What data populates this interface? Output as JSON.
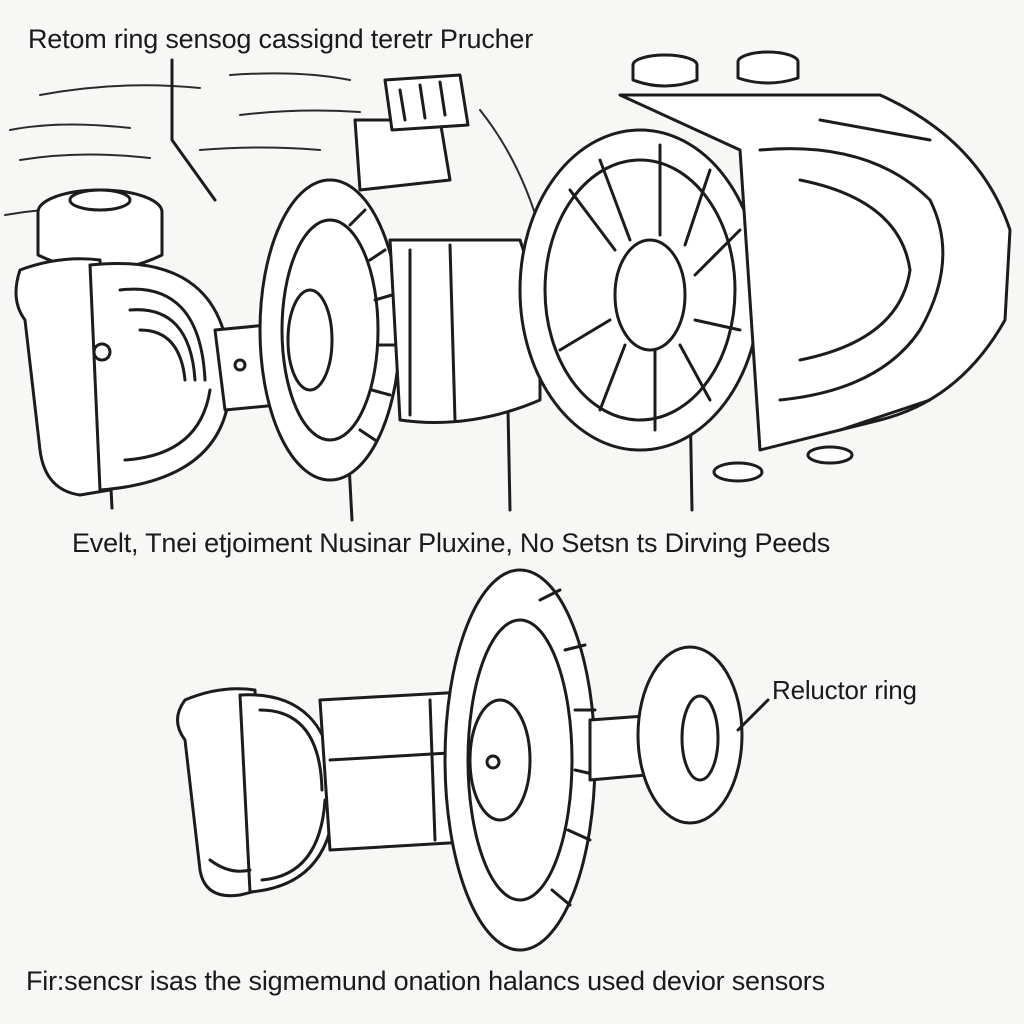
{
  "labels": {
    "top_caption": "Retom ring sensog cassignd teretr Prucher",
    "middle_caption": "Evelt, Tnei etjoiment Nusinar Pluxine, No Setsn ts Dirving Peeds",
    "reluctor_ring": "Reluctor ring",
    "bottom_caption": "Fir:sencsr isas the sigmemund onation halancs used devior sensors"
  },
  "colors": {
    "background": "#f7f7f5",
    "ink": "#1c1c1c"
  }
}
